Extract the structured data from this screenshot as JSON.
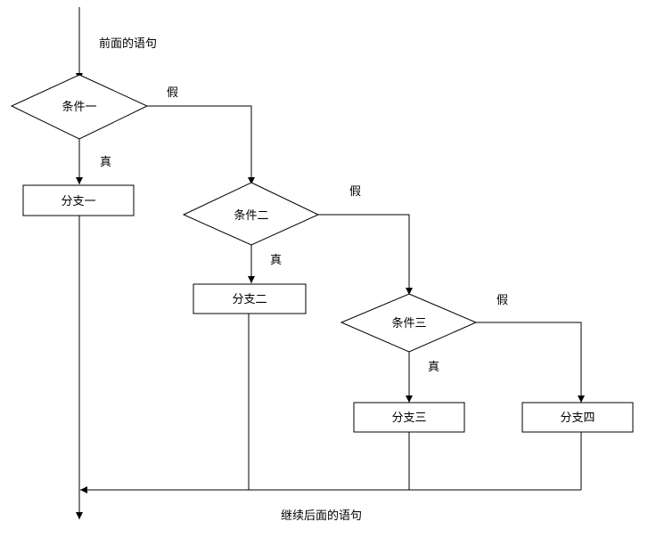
{
  "labels": {
    "preceding_statement": "前面的语句",
    "following_statement": "继续后面的语句",
    "true": "真",
    "false": "假"
  },
  "conditions": [
    "条件一",
    "条件二",
    "条件三"
  ],
  "branches": [
    "分支一",
    "分支二",
    "分支三",
    "分支四"
  ]
}
